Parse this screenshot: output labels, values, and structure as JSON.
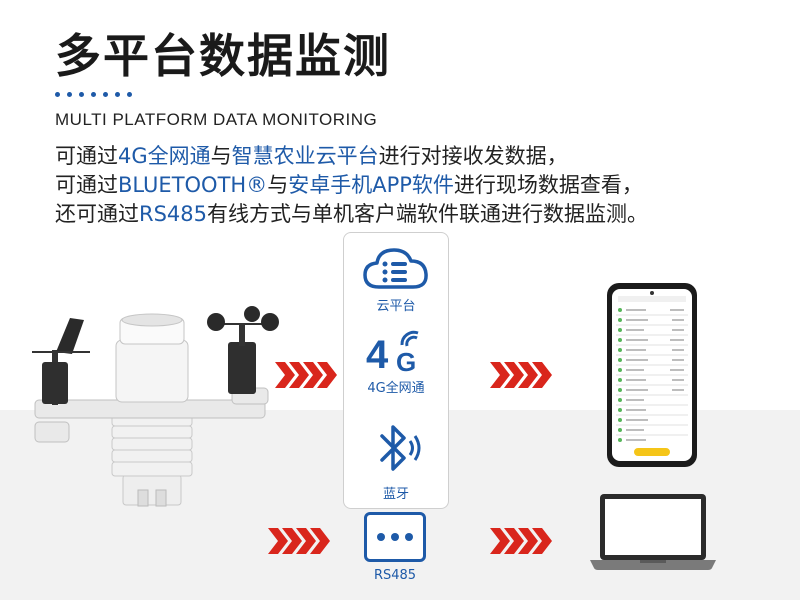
{
  "header": {
    "title": "多平台数据监测",
    "subtitle": "MULTI PLATFORM DATA MONITORING"
  },
  "description": {
    "line1": {
      "a": "可通过",
      "b": "4G全网通",
      "c": "与",
      "d": "智慧农业云平台",
      "e": "进行对接收发数据，"
    },
    "line2": {
      "a": "可通过",
      "b": "BLUETOOTH®",
      "c": "与",
      "d": "安卓手机APP软件",
      "e": "进行现场数据查看，"
    },
    "line3": {
      "a": "还可通过",
      "b": "RS485",
      "c": "有线方式与单机客户端软件联通进行数据监测。"
    }
  },
  "channels": {
    "cloud": {
      "label": "云平台",
      "icon": "cloud-list-icon"
    },
    "cellular": {
      "big": "4",
      "small": "G",
      "label": "4G全网通",
      "icon": "signal-4g-icon"
    },
    "bluetooth": {
      "label": "蓝牙",
      "icon": "bluetooth-icon"
    },
    "rs485": {
      "label": "RS485",
      "icon": "rs485-port-icon"
    }
  },
  "colors": {
    "accent": "#1e5aa8",
    "arrow": "#d9261c",
    "bottom_bg": "#f2f2f2"
  }
}
